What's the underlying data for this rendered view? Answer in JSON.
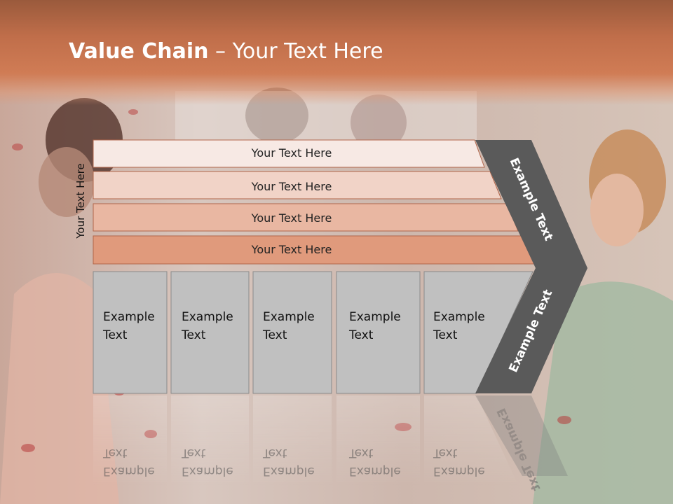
{
  "slide": {
    "title_bold": "Value Chain",
    "title_rest": " – Your Text Here",
    "vertical_label": "Your Text Here"
  },
  "support_rows": [
    {
      "label": "Your Text Here",
      "color": "#f7e9e4"
    },
    {
      "label": "Your Text Here",
      "color": "#f1d3c7"
    },
    {
      "label": "Your Text Here",
      "color": "#e9b7a2"
    },
    {
      "label": "Your Text Here",
      "color": "#e09a7c"
    }
  ],
  "primary_boxes": [
    {
      "line1": "Example",
      "line2": "Text"
    },
    {
      "line1": "Example",
      "line2": "Text"
    },
    {
      "line1": "Example",
      "line2": "Text"
    },
    {
      "line1": "Example",
      "line2": "Text"
    },
    {
      "line1": "Example",
      "line2": "Text"
    }
  ],
  "chevron": {
    "upper_label": "Example Text",
    "lower_label": "Example Text",
    "color": "#5a5a5a"
  },
  "colors": {
    "title_band": "#c8704a",
    "box_fill": "#c0c0c0",
    "row_border": "#b0654a"
  }
}
